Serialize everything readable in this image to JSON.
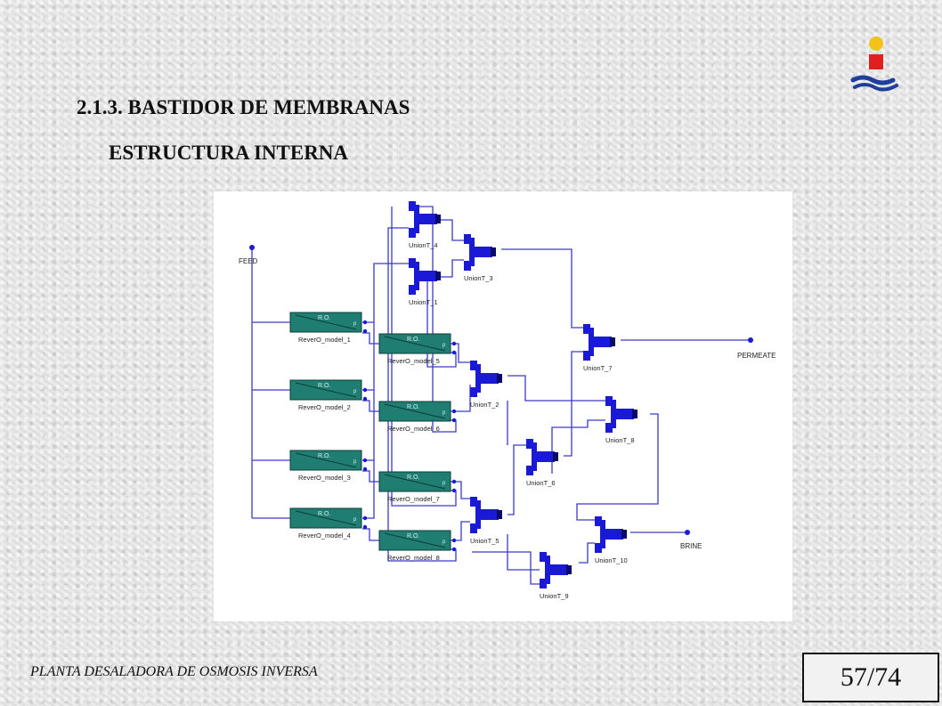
{
  "slide": {
    "section_title": "2.1.3. BASTIDOR DE MEMBRANAS",
    "subtitle": "ESTRUCTURA INTERNA",
    "footer_text": "PLANTA DESALADORA DE OSMOSIS INVERSA",
    "page_number": "57/74"
  },
  "diagram": {
    "feed_label": "FEED",
    "permeate_label": "PERMEATE",
    "brine_label": "BRINE",
    "ro_inner_label": "R.O.",
    "ro_port_label": "p",
    "ro_modules": [
      "ReverO_model_1",
      "ReverO_model_2",
      "ReverO_model_3",
      "ReverO_model_4",
      "ReverO_model_5",
      "ReverO_model_6",
      "ReverO_model_7",
      "ReverO_model_8"
    ],
    "unions": [
      "UnionT_1",
      "UnionT_2",
      "UnionT_3",
      "UnionT_4",
      "UnionT_5",
      "UnionT_6",
      "UnionT_7",
      "UnionT_8",
      "UnionT_9",
      "UnionT_10"
    ]
  },
  "colors": {
    "ro_fill": "#1f7d72",
    "union_fill": "#1a1ad6",
    "wire": "#3a3ac8"
  }
}
